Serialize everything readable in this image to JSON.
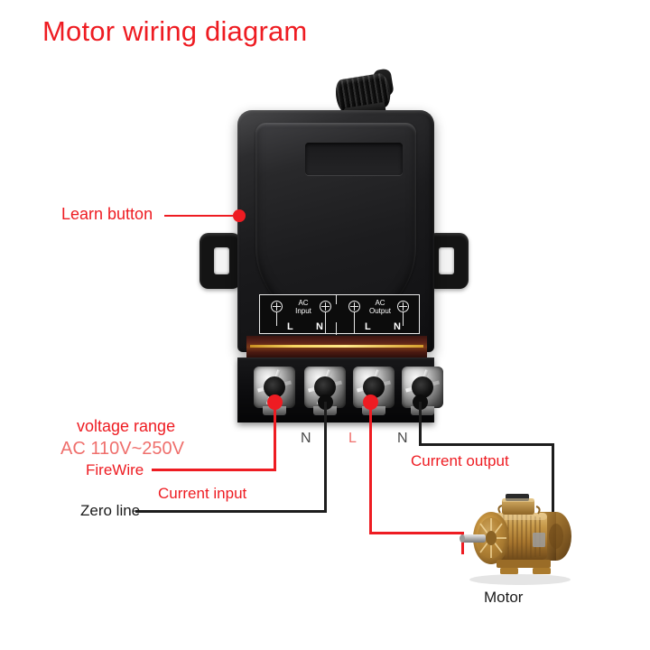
{
  "page": {
    "title": "Motor wiring diagram",
    "background": "#ffffff"
  },
  "colors": {
    "accent_red": "#ee1c22",
    "light_red": "#ef6f6c",
    "black": "#1a1a1a",
    "gray_label": "#4a4a4a",
    "device_black": "#141416",
    "motor_bronze": "#c08a3e",
    "terminal_silver": "#cfcfcf",
    "band_gold": "#f6d661"
  },
  "device": {
    "name": "wireless-relay-receiver",
    "antenna": "coil-antenna",
    "label_plate": "",
    "learn_button": {
      "label": "Learn button",
      "marker": "red-dot"
    },
    "terminal_legend": {
      "input_group": "AC\nInput",
      "input_line1": "AC",
      "input_line2": "Input",
      "output_line1": "AC",
      "output_line2": "Output",
      "input_l": "L",
      "input_n": "N",
      "output_l": "L",
      "output_n": "N"
    },
    "terminals": [
      {
        "index": 1,
        "role": "ac-input-live",
        "dot": "red",
        "under_label": ""
      },
      {
        "index": 2,
        "role": "ac-input-neutral",
        "dot": "black",
        "under_label": "N"
      },
      {
        "index": 3,
        "role": "ac-output-live",
        "dot": "red",
        "under_label": "L"
      },
      {
        "index": 4,
        "role": "ac-output-neutral",
        "dot": "black",
        "under_label": "N"
      }
    ]
  },
  "annotations": {
    "learn_button": "Learn button",
    "voltage_range": "voltage range",
    "voltage_value": "AC 110V~250V",
    "firewire": "FireWire",
    "current_input": "Current input",
    "zero_line": "Zero line",
    "current_output": "Current output",
    "motor": "Motor"
  },
  "wires": [
    {
      "name": "input-live-wire",
      "color": "#ee1c22",
      "from": "ac-input-live terminal",
      "to": "FireWire label"
    },
    {
      "name": "input-neutral-wire",
      "color": "#1d1d1d",
      "from": "ac-input-neutral terminal",
      "to": "Zero line label"
    },
    {
      "name": "output-live-wire",
      "color": "#ee1c22",
      "from": "ac-output-live terminal",
      "to": "motor left side"
    },
    {
      "name": "output-neutral-wire",
      "color": "#1d1d1d",
      "from": "ac-output-neutral terminal",
      "to": "motor right side"
    }
  ]
}
